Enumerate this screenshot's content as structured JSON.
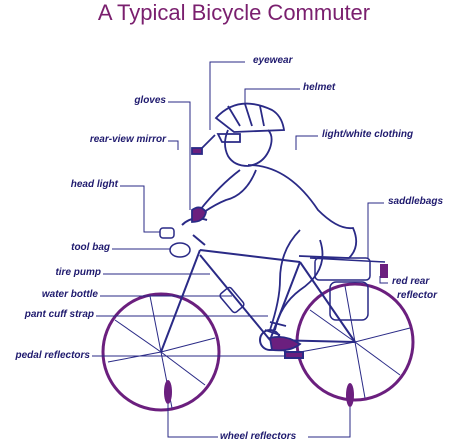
{
  "title": "A Typical Bicycle Commuter",
  "labels": {
    "eyewear": "eyewear",
    "helmet": "helmet",
    "gloves": "gloves",
    "rear_view_mirror": "rear-view mirror",
    "light_white_clothing": "light/white clothing",
    "head_light": "head light",
    "saddlebags": "saddlebags",
    "tool_bag": "tool bag",
    "tire_pump": "tire pump",
    "red_rear_reflector_line1": "red rear",
    "red_rear_reflector_line2": "reflector",
    "water_bottle": "water bottle",
    "pant_cuff_strap": "pant cuff strap",
    "pedal_reflectors": "pedal reflectors",
    "wheel_reflectors": "wheel reflectors"
  },
  "colors": {
    "title": "#7a1f6e",
    "label_text": "#1f1a6e",
    "illustration": "#2a2a86",
    "wheel": "#6b1f7e"
  }
}
